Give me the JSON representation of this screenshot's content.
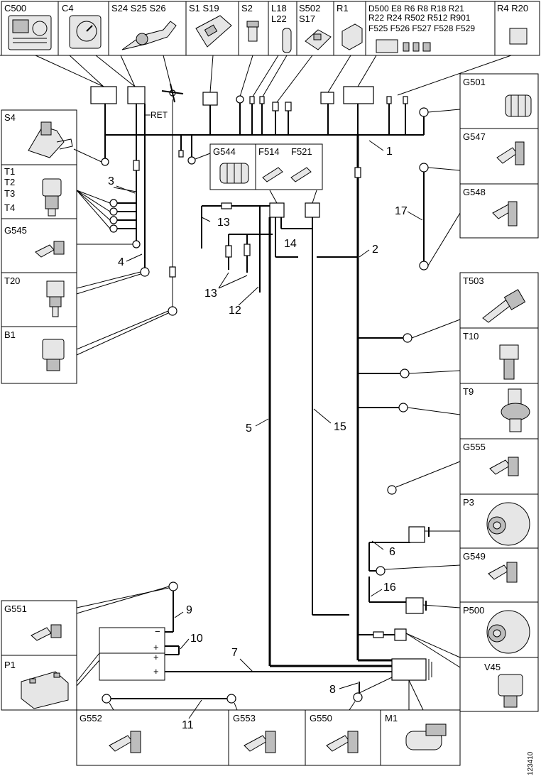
{
  "top_boxes": [
    {
      "id": "c500",
      "text1": "C500",
      "text2": "",
      "icon": "display-unit-icon"
    },
    {
      "id": "c4",
      "text1": "C4",
      "text2": "",
      "icon": "gauge-icon"
    },
    {
      "id": "s24",
      "text1": "S24 S25 S26",
      "text2": "",
      "icon": "stalk-switch-icon"
    },
    {
      "id": "s1",
      "text1": "S1 S19",
      "text2": "",
      "icon": "switch-panel-icon"
    },
    {
      "id": "s2",
      "text1": "S2",
      "text2": "",
      "icon": "pushbutton-icon"
    },
    {
      "id": "l18",
      "text1": "L18",
      "text2": "L22",
      "icon": "lamp-icon"
    },
    {
      "id": "s502",
      "text1": "S502",
      "text2": "S17",
      "icon": "rocker-switch-icon"
    },
    {
      "id": "r1",
      "text1": "R1",
      "text2": "",
      "icon": "relay-icon"
    },
    {
      "id": "d500",
      "text1": "D500 E8 R6 R8 R18 R21",
      "text2": "R22 R24 R502 R512 R901",
      "text3": "F525 F526 F527 F528 F529",
      "icon": "fuse-box-icon"
    },
    {
      "id": "r4",
      "text1": "R4 R20",
      "text2": "",
      "icon": "small-relay-icon"
    }
  ],
  "left_boxes": [
    {
      "id": "s4",
      "lines": [
        "S4"
      ],
      "icon": "ignition-key-icon"
    },
    {
      "id": "t1",
      "lines": [
        "T1",
        "T2",
        "T3",
        "T4"
      ],
      "icon": "pressure-sender-icon"
    },
    {
      "id": "g545",
      "lines": [
        "G545"
      ],
      "icon": "ground-bolt-icon"
    },
    {
      "id": "t20",
      "lines": [
        "T20"
      ],
      "icon": "temp-sender-icon"
    },
    {
      "id": "b1",
      "lines": [
        "B1"
      ],
      "icon": "buzzer-icon"
    },
    {
      "id": "g551",
      "lines": [
        "G551"
      ],
      "icon": "ground-bolt-icon"
    },
    {
      "id": "p1",
      "lines": [
        "P1"
      ],
      "icon": "battery-icon"
    }
  ],
  "right_boxes": [
    {
      "id": "g501",
      "lines": [
        "G501"
      ],
      "icon": "ground-block-icon"
    },
    {
      "id": "g547",
      "lines": [
        "G547"
      ],
      "icon": "ground-bolt-icon"
    },
    {
      "id": "g548",
      "lines": [
        "G548"
      ],
      "icon": "ground-bolt-icon"
    },
    {
      "id": "t503",
      "lines": [
        "T503"
      ],
      "icon": "temp-probe-icon"
    },
    {
      "id": "t10",
      "lines": [
        "T10"
      ],
      "icon": "sensor-icon"
    },
    {
      "id": "t9",
      "lines": [
        "T9"
      ],
      "icon": "pressure-sender-icon"
    },
    {
      "id": "g555",
      "lines": [
        "G555"
      ],
      "icon": "ground-bolt-icon"
    },
    {
      "id": "p3",
      "lines": [
        "P3"
      ],
      "icon": "alternator-icon"
    },
    {
      "id": "g549",
      "lines": [
        "G549"
      ],
      "icon": "ground-bolt-icon"
    },
    {
      "id": "p500",
      "lines": [
        "P500"
      ],
      "icon": "alternator-icon"
    },
    {
      "id": "v45",
      "lines": [
        "V45"
      ],
      "icon": "solenoid-valve-icon"
    }
  ],
  "bottom_boxes": [
    {
      "id": "g552",
      "lines": [
        "G552"
      ],
      "icon": "ground-bolt-icon"
    },
    {
      "id": "g553",
      "lines": [
        "G553"
      ],
      "icon": "ground-bolt-icon"
    },
    {
      "id": "g550",
      "lines": [
        "G550"
      ],
      "icon": "ground-bolt-icon"
    },
    {
      "id": "m1",
      "lines": [
        "M1"
      ],
      "icon": "starter-motor-icon"
    }
  ],
  "center_box": {
    "g544": "G544",
    "f514": "F514",
    "f521": "F521"
  },
  "ret_label": "RET",
  "wire_numbers": {
    "n1": "1",
    "n2": "2",
    "n3": "3",
    "n4": "4",
    "n5": "5",
    "n6": "6",
    "n7": "7",
    "n8": "8",
    "n9": "9",
    "n10": "10",
    "n11": "11",
    "n12": "12",
    "n13a": "13",
    "n13b": "13",
    "n14": "14",
    "n15": "15",
    "n16": "16",
    "n17": "17"
  },
  "battery_terms": {
    "minus": "−",
    "plus1": "+",
    "plus2": "+",
    "plus3": "+"
  },
  "figure_id": "123410"
}
